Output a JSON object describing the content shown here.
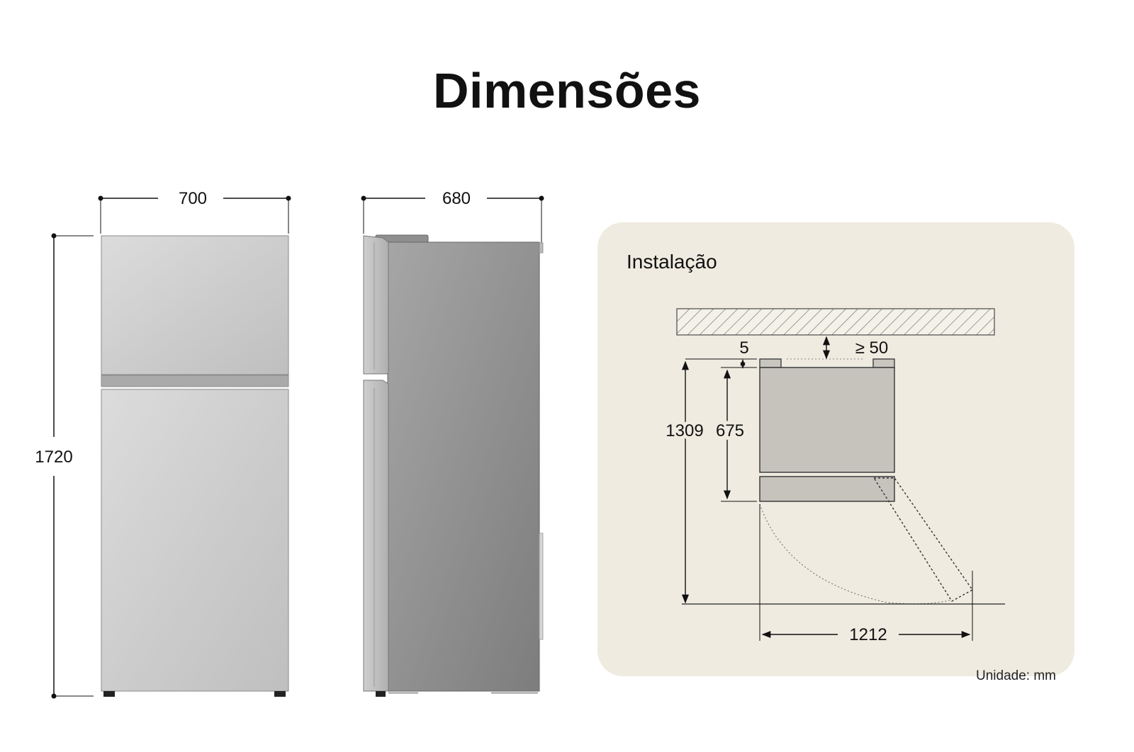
{
  "title": "Dimensões",
  "front_view": {
    "width": "700",
    "height": "1720"
  },
  "side_view": {
    "depth": "680"
  },
  "installation": {
    "title": "Instalação",
    "gap_side": "5",
    "gap_wall": "≥ 50",
    "door_open_depth": "1309",
    "door_depth": "675",
    "total_width": "1212"
  },
  "unit_label": "Unidade: mm",
  "colors": {
    "panel_bg": "#efebe0",
    "body_gray": "#c9c9c9",
    "side_gray": "#9a9a9a"
  }
}
